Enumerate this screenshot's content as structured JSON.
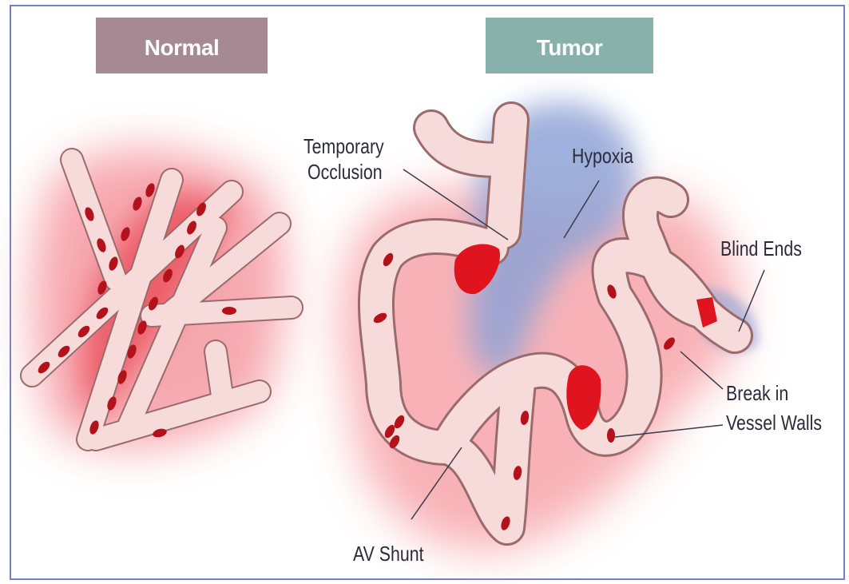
{
  "headers": {
    "normal": "Normal",
    "tumor": "Tumor"
  },
  "labels": {
    "temporary_occlusion_line1": "Temporary",
    "temporary_occlusion_line2": "Occlusion",
    "hypoxia": "Hypoxia",
    "blind_ends": "Blind Ends",
    "break_line1": "Break in",
    "break_line2": "Vessel Walls",
    "av_shunt": "AV Shunt"
  },
  "colors": {
    "normal_header": "#a58a94",
    "tumor_header": "#89b1ab",
    "vessel_fill": "#f7dada",
    "vessel_outline": "#9a6b6b",
    "red_cell": "#b3121b",
    "clot": "#e0141e",
    "tissue_glow": "#ee5560",
    "hypoxia_blue": "#8fa3d6",
    "frame_border": "#6f7fd0"
  }
}
